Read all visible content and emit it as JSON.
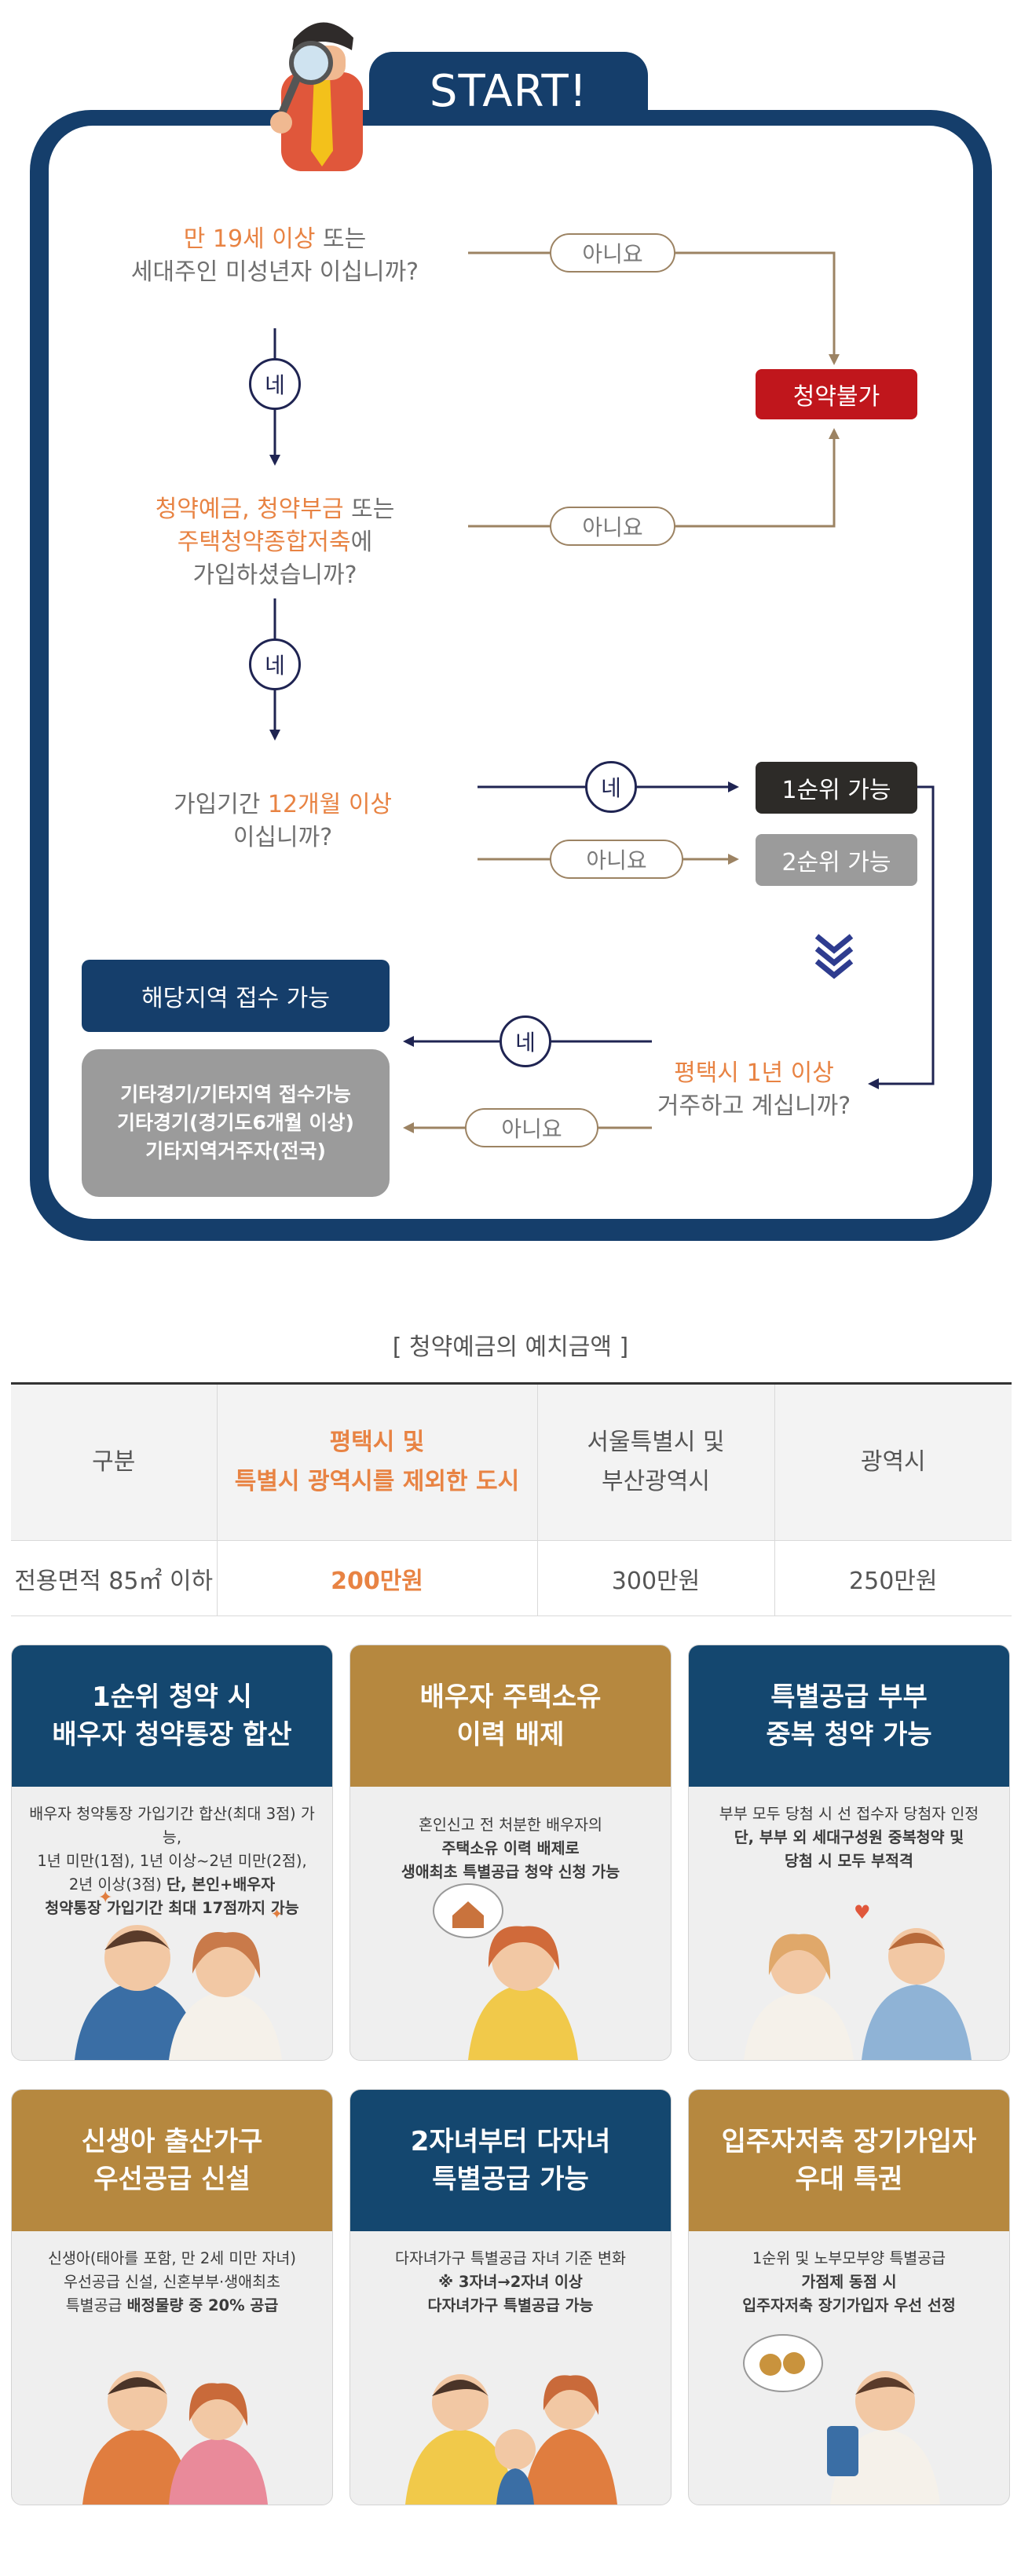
{
  "flowchart": {
    "start_label": "START!",
    "q1": {
      "highlight": "만 19세 이상",
      "line1_rest": " 또는",
      "line2": "세대주인 미성년자 이십니까?"
    },
    "q2": {
      "highlight1": "청약예금, 청약부금",
      "line1_rest": " 또는",
      "highlight2": "주택청약종합저축",
      "line2_rest": "에",
      "line3": "가입하셨습니까?"
    },
    "q3": {
      "line1_pre": "가입기간 ",
      "highlight": "12개월 이상",
      "line2": "이십니까?"
    },
    "q4": {
      "highlight": "평택시 1년 이상",
      "line2": "거주하고 계십니까?"
    },
    "yes_label": "네",
    "no_label": "아니요",
    "not_eligible": "청약불가",
    "first_rank": "1순위 가능",
    "second_rank": "2순위 가능",
    "local_accept": "해당지역 접수 가능",
    "other_box": {
      "line1": "기타경기/기타지역 접수가능",
      "line2": "기타경기(경기도6개월 이상)",
      "line3": "기타지역거주자(전국)"
    },
    "colors": {
      "frame": "#153e6b",
      "red": "#c0161c",
      "dark": "#2d2b28",
      "gray": "#9b9b9b",
      "navy_box": "#153e6b",
      "highlight": "#e88343",
      "no_line": "#9c8363",
      "yes_line": "#1f2452"
    }
  },
  "deposit": {
    "caption": "[ 청약예금의 예치금액 ]",
    "headers": [
      {
        "lines": [
          "구분"
        ]
      },
      {
        "lines": [
          "평택시 및",
          "특별시 광역시를 제외한 도시"
        ]
      },
      {
        "lines": [
          "서울특별시 및",
          "부산광역시"
        ]
      },
      {
        "lines": [
          "광역시"
        ]
      }
    ],
    "row": [
      "전용면적 85㎡ 이하",
      "200만원",
      "300만원",
      "250만원"
    ]
  },
  "cards": [
    {
      "title1": "1순위 청약 시",
      "title2": "배우자 청약통장 합산",
      "color": "navy",
      "d1": "배우자 청약통장 가입기간 합산(최대 3점) 가능,",
      "d2": "1년 미만(1점), 1년 이상~2년 미만(2점),",
      "d3": "2년 이상(3점) ",
      "d3b": "단, 본인+배우자",
      "d4b": "청약통장 가입기간 최대 17점까지 가능"
    },
    {
      "title1": "배우자 주택소유",
      "title2": "이력 배제",
      "color": "gold",
      "d1": "혼인신고 전 처분한 배우자의",
      "d2b": "주택소유 이력 배제로",
      "d3b": "생애최초 특별공급 청약 신청 가능"
    },
    {
      "title1": "특별공급 부부",
      "title2": "중복 청약 가능",
      "color": "navy",
      "d1": "부부 모두 당첨 시 선 접수자 당첨자 인정",
      "d2b": "단, 부부 외 세대구성원 중복청약 및",
      "d3b": "당첨 시 모두 부적격"
    },
    {
      "title1": "신생아 출산가구",
      "title2": "우선공급 신설",
      "color": "gold",
      "d1": "신생아(태아를 포함, 만 2세 미만 자녀)",
      "d2": "우선공급 신설, 신혼부부·생애최초",
      "d3": "특별공급 ",
      "d3b": "배정물량 중 20% 공급"
    },
    {
      "title1": "2자녀부터 다자녀",
      "title2": "특별공급 가능",
      "color": "navy",
      "d1": "다자녀가구 특별공급 자녀 기준 변화",
      "d2b": "※ 3자녀→2자녀 이상",
      "d3b": "다자녀가구 특별공급 가능"
    },
    {
      "title1": "입주자저축 장기가입자",
      "title2": "우대 특권",
      "color": "gold",
      "d1": "1순위 및 노부모부양 특별공급",
      "d2b": "가점제 동점 시",
      "d3b": "입주자저축 장기가입자 우선 선정"
    }
  ]
}
